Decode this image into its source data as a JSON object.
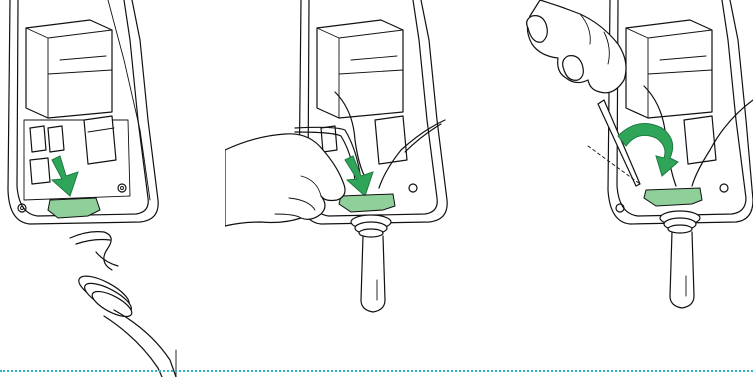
{
  "accent": {
    "arrow_green": "#2fa55a",
    "part_green": "#8fcf9a",
    "divider_cyan": "#2bb3c8"
  },
  "steps": [
    {
      "name": "insert-gland-step",
      "icon": "down-arrow-icon"
    },
    {
      "name": "press-gland-step",
      "icon": "down-arrow-icon"
    },
    {
      "name": "tighten-screw-step",
      "icon": "rotate-arrow-icon"
    }
  ]
}
